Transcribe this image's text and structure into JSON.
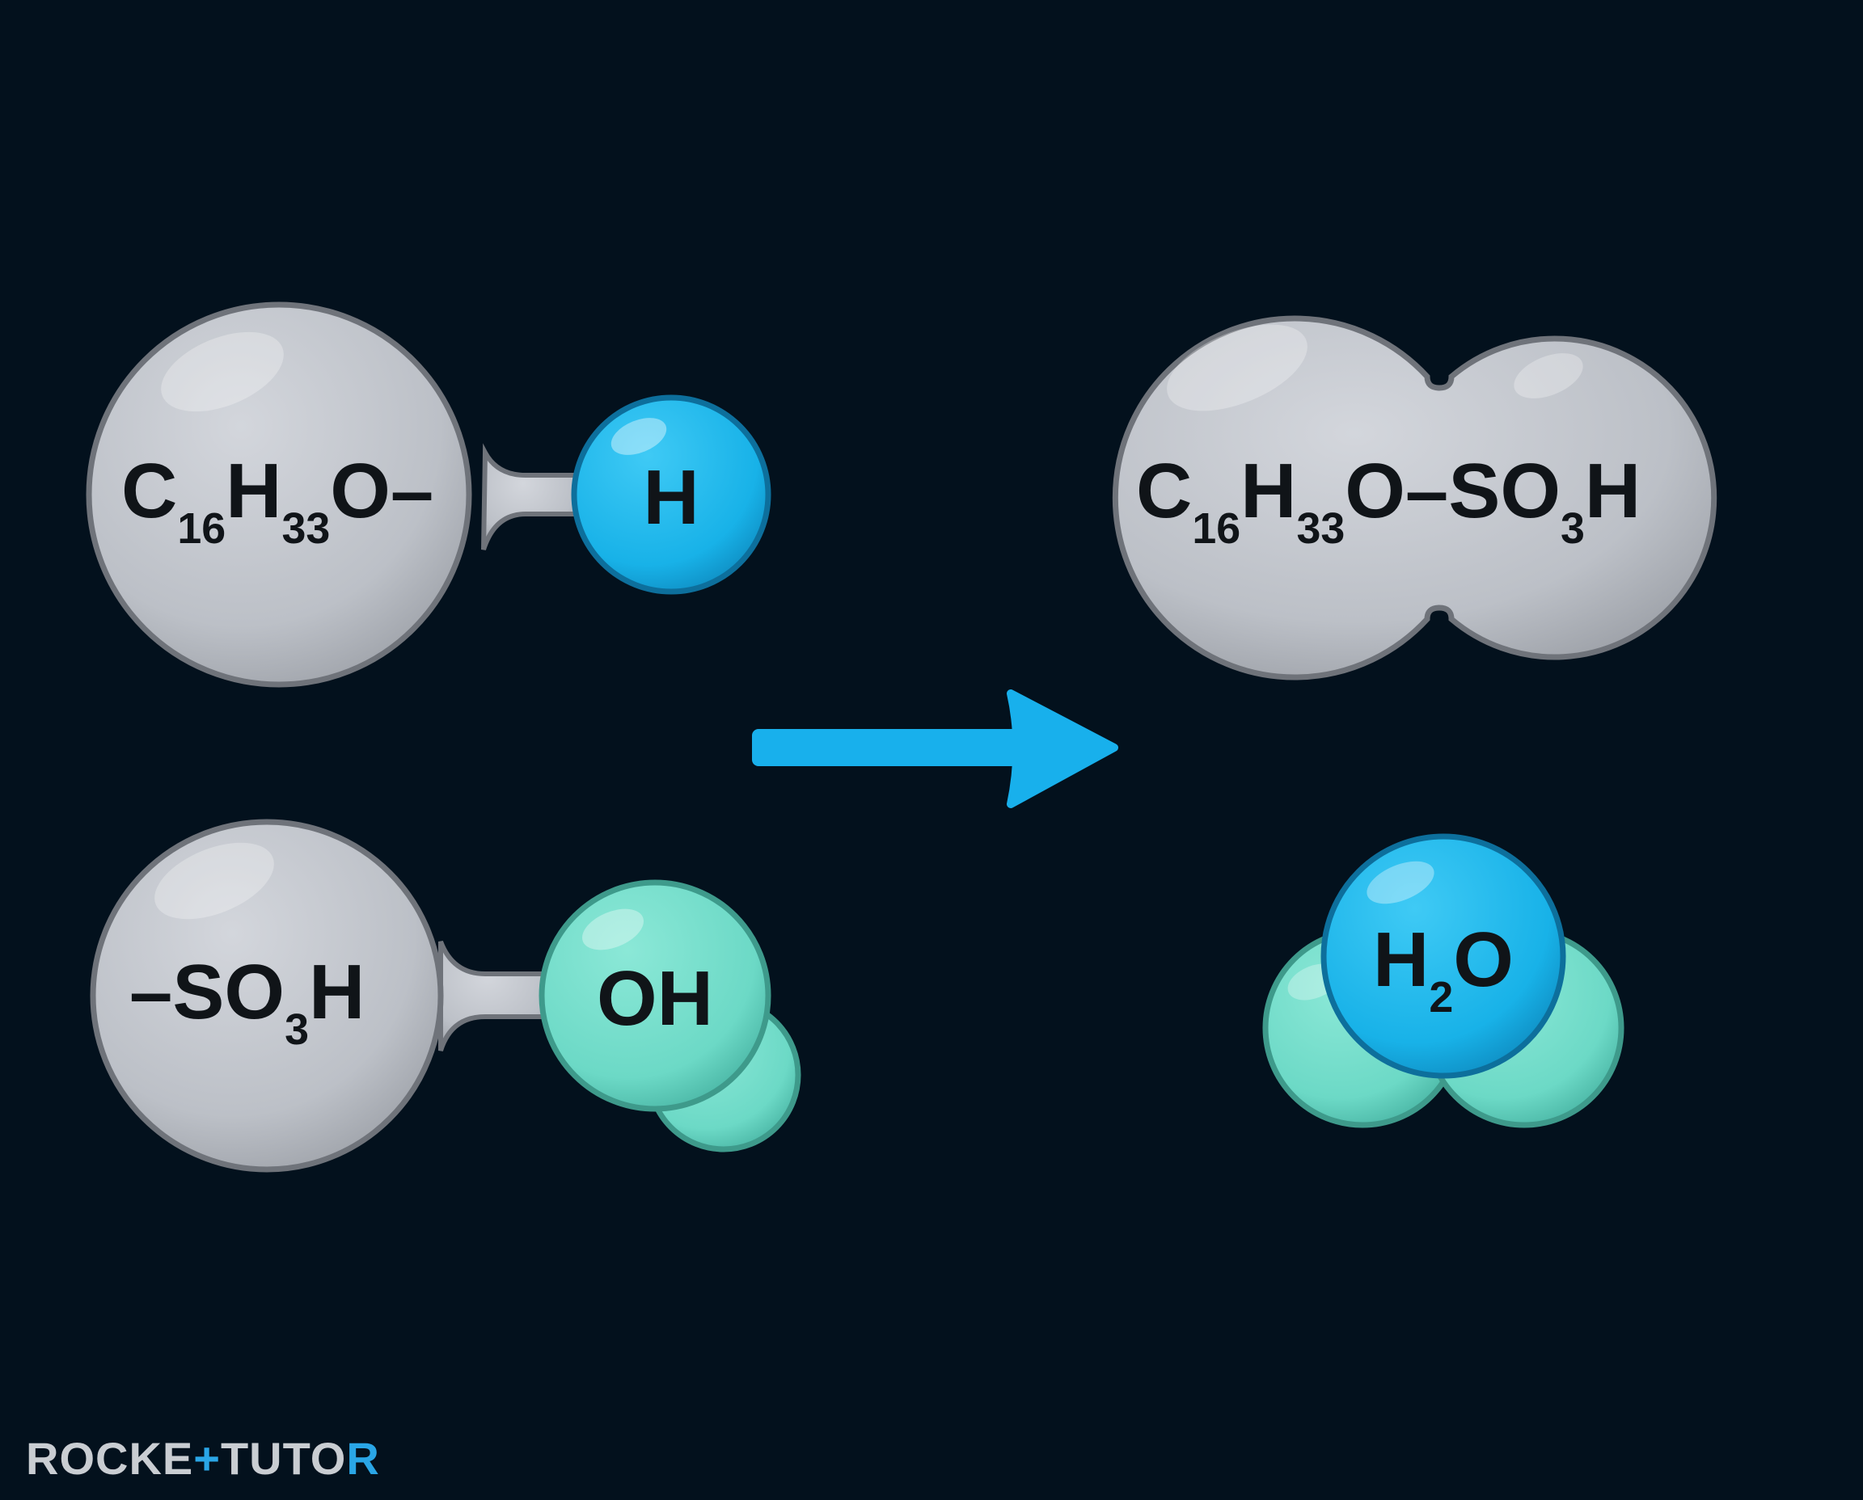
{
  "colors": {
    "background": "#03111d",
    "gray_body": "#bfc3ca",
    "gray_outline": "#6f737a",
    "blue_atom": "#1fb6ea",
    "teal_atom": "#6fdcc9",
    "arrow": "#18b0ec",
    "text": "#101418"
  },
  "reaction": {
    "reactant_1": {
      "main": [
        "C",
        "16",
        "H",
        "33",
        "O–"
      ],
      "atom": "H",
      "atom_icon": "hydrogen-atom-sphere"
    },
    "reactant_2": {
      "main": [
        "–SO",
        "3",
        "H"
      ],
      "atom": "OH",
      "atom_icon": "hydroxyl-group-spheres"
    },
    "arrow_icon": "reaction-arrow",
    "product_1": {
      "main": [
        "C",
        "16",
        "H",
        "33",
        "O–SO",
        "3",
        "H"
      ]
    },
    "product_2": {
      "label": [
        "H",
        "2",
        "O"
      ],
      "icon": "water-molecule-spheres"
    }
  },
  "brand": {
    "left": "ROCKE",
    "mark": "+",
    "right": "TUTO",
    "end": "R"
  }
}
